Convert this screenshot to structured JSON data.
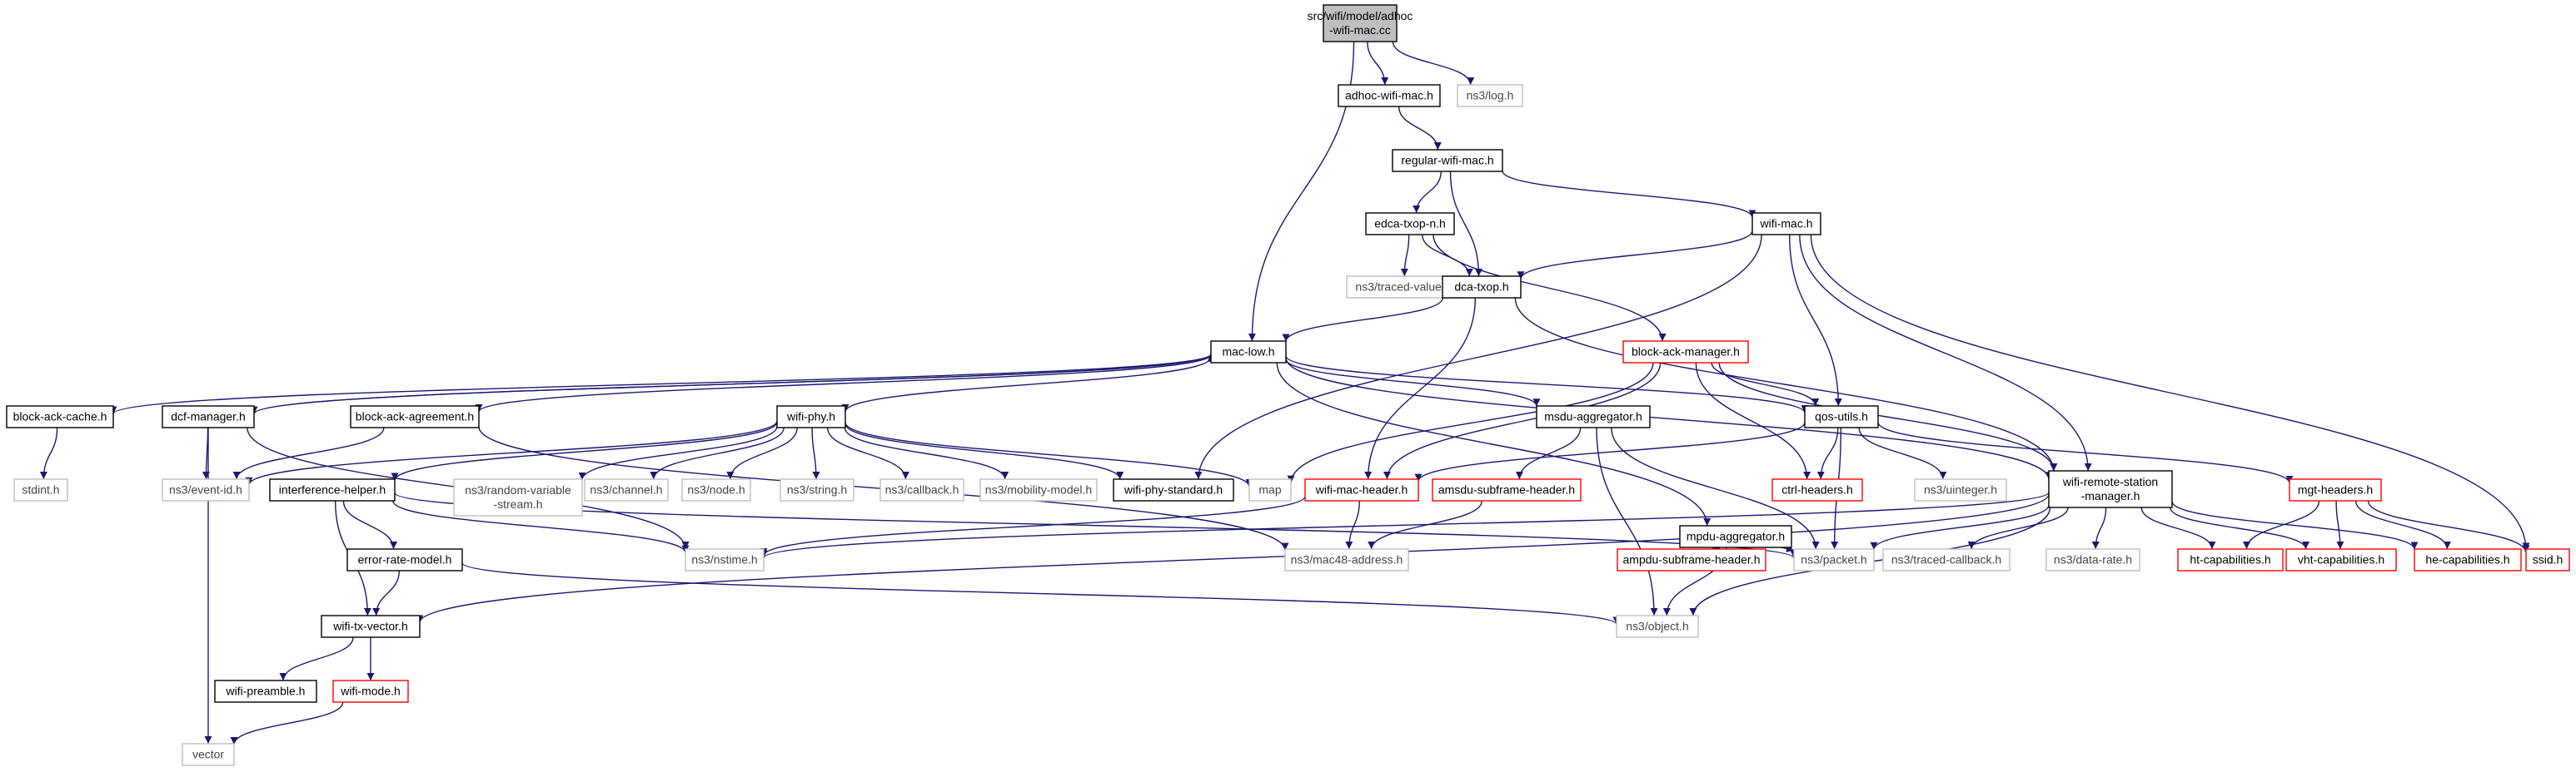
{
  "colors": {
    "edge": "#191970",
    "node_border": "#000000",
    "root_fill": "#bfbfbf",
    "missing_border": "#ff0000",
    "system_border": "#bfbfbf",
    "background": "#ffffff"
  },
  "nodes": [
    {
      "id": "root",
      "lines": [
        "src/wifi/model/adhoc",
        "-wifi-mac.cc"
      ],
      "kind": "root"
    },
    {
      "id": "adhoc_wifi_mac",
      "lines": [
        "adhoc-wifi-mac.h"
      ],
      "kind": "normal"
    },
    {
      "id": "ns3_log",
      "lines": [
        "ns3/log.h"
      ],
      "kind": "system"
    },
    {
      "id": "regular_wifi_mac",
      "lines": [
        "regular-wifi-mac.h"
      ],
      "kind": "normal"
    },
    {
      "id": "edca_txop_n",
      "lines": [
        "edca-txop-n.h"
      ],
      "kind": "normal"
    },
    {
      "id": "wifi_mac",
      "lines": [
        "wifi-mac.h"
      ],
      "kind": "normal"
    },
    {
      "id": "ns3_traced_value",
      "lines": [
        "ns3/traced-value.h"
      ],
      "kind": "system"
    },
    {
      "id": "dca_txop",
      "lines": [
        "dca-txop.h"
      ],
      "kind": "normal"
    },
    {
      "id": "mac_low",
      "lines": [
        "mac-low.h"
      ],
      "kind": "normal"
    },
    {
      "id": "block_ack_manager",
      "lines": [
        "block-ack-manager.h"
      ],
      "kind": "missing"
    },
    {
      "id": "block_ack_cache",
      "lines": [
        "block-ack-cache.h"
      ],
      "kind": "normal"
    },
    {
      "id": "dcf_manager",
      "lines": [
        "dcf-manager.h"
      ],
      "kind": "normal"
    },
    {
      "id": "block_ack_agreement",
      "lines": [
        "block-ack-agreement.h"
      ],
      "kind": "normal"
    },
    {
      "id": "wifi_phy",
      "lines": [
        "wifi-phy.h"
      ],
      "kind": "normal"
    },
    {
      "id": "msdu_aggregator",
      "lines": [
        "msdu-aggregator.h"
      ],
      "kind": "normal"
    },
    {
      "id": "qos_utils",
      "lines": [
        "qos-utils.h"
      ],
      "kind": "normal"
    },
    {
      "id": "stdint",
      "lines": [
        "stdint.h"
      ],
      "kind": "system"
    },
    {
      "id": "ns3_event_id",
      "lines": [
        "ns3/event-id.h"
      ],
      "kind": "system"
    },
    {
      "id": "interference_helper",
      "lines": [
        "interference-helper.h"
      ],
      "kind": "normal"
    },
    {
      "id": "ns3_random_variable_stream",
      "lines": [
        "ns3/random-variable",
        "-stream.h"
      ],
      "kind": "system"
    },
    {
      "id": "ns3_channel",
      "lines": [
        "ns3/channel.h"
      ],
      "kind": "system"
    },
    {
      "id": "ns3_node",
      "lines": [
        "ns3/node.h"
      ],
      "kind": "system"
    },
    {
      "id": "ns3_string",
      "lines": [
        "ns3/string.h"
      ],
      "kind": "system"
    },
    {
      "id": "ns3_callback",
      "lines": [
        "ns3/callback.h"
      ],
      "kind": "system"
    },
    {
      "id": "ns3_mobility_model",
      "lines": [
        "ns3/mobility-model.h"
      ],
      "kind": "system"
    },
    {
      "id": "wifi_phy_standard",
      "lines": [
        "wifi-phy-standard.h"
      ],
      "kind": "normal"
    },
    {
      "id": "map",
      "lines": [
        "map"
      ],
      "kind": "system"
    },
    {
      "id": "wifi_mac_header",
      "lines": [
        "wifi-mac-header.h"
      ],
      "kind": "missing"
    },
    {
      "id": "amsdu_subframe_header",
      "lines": [
        "amsdu-subframe-header.h"
      ],
      "kind": "missing"
    },
    {
      "id": "mpdu_aggregator",
      "lines": [
        "mpdu-aggregator.h"
      ],
      "kind": "normal"
    },
    {
      "id": "ctrl_headers",
      "lines": [
        "ctrl-headers.h"
      ],
      "kind": "missing"
    },
    {
      "id": "ns3_uinteger",
      "lines": [
        "ns3/uinteger.h"
      ],
      "kind": "system"
    },
    {
      "id": "wifi_remote_station_manager",
      "lines": [
        "wifi-remote-station",
        "-manager.h"
      ],
      "kind": "normal"
    },
    {
      "id": "mgt_headers",
      "lines": [
        "mgt-headers.h"
      ],
      "kind": "missing"
    },
    {
      "id": "error_rate_model",
      "lines": [
        "error-rate-model.h"
      ],
      "kind": "normal"
    },
    {
      "id": "ns3_nstime",
      "lines": [
        "ns3/nstime.h"
      ],
      "kind": "system"
    },
    {
      "id": "ns3_mac48_address",
      "lines": [
        "ns3/mac48-address.h"
      ],
      "kind": "system"
    },
    {
      "id": "ampdu_subframe_header",
      "lines": [
        "ampdu-subframe-header.h"
      ],
      "kind": "missing"
    },
    {
      "id": "ns3_packet",
      "lines": [
        "ns3/packet.h"
      ],
      "kind": "system"
    },
    {
      "id": "ns3_traced_callback",
      "lines": [
        "ns3/traced-callback.h"
      ],
      "kind": "system"
    },
    {
      "id": "ns3_data_rate",
      "lines": [
        "ns3/data-rate.h"
      ],
      "kind": "system"
    },
    {
      "id": "ht_capabilities",
      "lines": [
        "ht-capabilities.h"
      ],
      "kind": "missing"
    },
    {
      "id": "vht_capabilities",
      "lines": [
        "vht-capabilities.h"
      ],
      "kind": "missing"
    },
    {
      "id": "he_capabilities",
      "lines": [
        "he-capabilities.h"
      ],
      "kind": "missing"
    },
    {
      "id": "ssid",
      "lines": [
        "ssid.h"
      ],
      "kind": "missing"
    },
    {
      "id": "wifi_tx_vector",
      "lines": [
        "wifi-tx-vector.h"
      ],
      "kind": "normal"
    },
    {
      "id": "ns3_object",
      "lines": [
        "ns3/object.h"
      ],
      "kind": "system"
    },
    {
      "id": "wifi_preamble",
      "lines": [
        "wifi-preamble.h"
      ],
      "kind": "normal"
    },
    {
      "id": "wifi_mode",
      "lines": [
        "wifi-mode.h"
      ],
      "kind": "missing"
    },
    {
      "id": "vector",
      "lines": [
        "vector"
      ],
      "kind": "system"
    }
  ],
  "edges": [
    [
      "root",
      "adhoc_wifi_mac"
    ],
    [
      "root",
      "ns3_log"
    ],
    [
      "root",
      "mac_low"
    ],
    [
      "adhoc_wifi_mac",
      "regular_wifi_mac"
    ],
    [
      "regular_wifi_mac",
      "edca_txop_n"
    ],
    [
      "regular_wifi_mac",
      "wifi_mac"
    ],
    [
      "regular_wifi_mac",
      "dca_txop"
    ],
    [
      "edca_txop_n",
      "ns3_traced_value"
    ],
    [
      "edca_txop_n",
      "dca_txop"
    ],
    [
      "edca_txop_n",
      "block_ack_manager"
    ],
    [
      "wifi_mac",
      "dca_txop"
    ],
    [
      "wifi_mac",
      "wifi_phy_standard"
    ],
    [
      "wifi_mac",
      "qos_utils"
    ],
    [
      "wifi_mac",
      "wifi_remote_station_manager"
    ],
    [
      "wifi_mac",
      "ssid"
    ],
    [
      "dca_txop",
      "mac_low"
    ],
    [
      "dca_txop",
      "wifi_mac_header"
    ],
    [
      "dca_txop",
      "wifi_remote_station_manager"
    ],
    [
      "mac_low",
      "block_ack_cache"
    ],
    [
      "mac_low",
      "dcf_manager"
    ],
    [
      "mac_low",
      "block_ack_agreement"
    ],
    [
      "mac_low",
      "wifi_phy"
    ],
    [
      "mac_low",
      "msdu_aggregator"
    ],
    [
      "mac_low",
      "qos_utils"
    ],
    [
      "mac_low",
      "mpdu_aggregator"
    ],
    [
      "mac_low",
      "wifi_remote_station_manager"
    ],
    [
      "dcf_manager",
      "mac_low"
    ],
    [
      "dcf_manager",
      "ns3_event_id"
    ],
    [
      "dcf_manager",
      "ns3_nstime"
    ],
    [
      "dcf_manager",
      "vector"
    ],
    [
      "block_ack_manager",
      "map"
    ],
    [
      "block_ack_manager",
      "wifi_mac_header"
    ],
    [
      "block_ack_manager",
      "qos_utils"
    ],
    [
      "block_ack_manager",
      "ctrl_headers"
    ],
    [
      "block_ack_manager",
      "wifi_remote_station_manager"
    ],
    [
      "block_ack_cache",
      "stdint"
    ],
    [
      "block_ack_agreement",
      "ns3_event_id"
    ],
    [
      "block_ack_agreement",
      "ns3_mac48_address"
    ],
    [
      "wifi_phy",
      "ns3_event_id"
    ],
    [
      "wifi_phy",
      "interference_helper"
    ],
    [
      "wifi_phy",
      "ns3_random_variable_stream"
    ],
    [
      "wifi_phy",
      "ns3_channel"
    ],
    [
      "wifi_phy",
      "ns3_node"
    ],
    [
      "wifi_phy",
      "ns3_string"
    ],
    [
      "wifi_phy",
      "ns3_callback"
    ],
    [
      "wifi_phy",
      "ns3_mobility_model"
    ],
    [
      "wifi_phy",
      "wifi_phy_standard"
    ],
    [
      "wifi_phy",
      "map"
    ],
    [
      "msdu_aggregator",
      "amsdu_subframe_header"
    ],
    [
      "msdu_aggregator",
      "ns3_packet"
    ],
    [
      "msdu_aggregator",
      "ns3_object"
    ],
    [
      "qos_utils",
      "wifi_mac_header"
    ],
    [
      "qos_utils",
      "ctrl_headers"
    ],
    [
      "qos_utils",
      "ns3_uinteger"
    ],
    [
      "qos_utils",
      "ns3_packet"
    ],
    [
      "qos_utils",
      "mgt_headers"
    ],
    [
      "interference_helper",
      "error_rate_model"
    ],
    [
      "interference_helper",
      "ns3_nstime"
    ],
    [
      "interference_helper",
      "ns3_packet"
    ],
    [
      "interference_helper",
      "wifi_tx_vector"
    ],
    [
      "wifi_mac_header",
      "ns3_nstime"
    ],
    [
      "wifi_mac_header",
      "ns3_mac48_address"
    ],
    [
      "amsdu_subframe_header",
      "ns3_mac48_address"
    ],
    [
      "mpdu_aggregator",
      "ampdu_subframe_header"
    ],
    [
      "mpdu_aggregator",
      "ns3_packet"
    ],
    [
      "mpdu_aggregator",
      "ns3_object"
    ],
    [
      "wifi_remote_station_manager",
      "ns3_nstime"
    ],
    [
      "wifi_remote_station_manager",
      "ns3_packet"
    ],
    [
      "wifi_remote_station_manager",
      "ns3_traced_callback"
    ],
    [
      "wifi_remote_station_manager",
      "ns3_data_rate"
    ],
    [
      "wifi_remote_station_manager",
      "ht_capabilities"
    ],
    [
      "wifi_remote_station_manager",
      "vht_capabilities"
    ],
    [
      "wifi_remote_station_manager",
      "he_capabilities"
    ],
    [
      "wifi_remote_station_manager",
      "wifi_tx_vector"
    ],
    [
      "wifi_remote_station_manager",
      "ns3_object"
    ],
    [
      "mgt_headers",
      "ht_capabilities"
    ],
    [
      "mgt_headers",
      "vht_capabilities"
    ],
    [
      "mgt_headers",
      "he_capabilities"
    ],
    [
      "mgt_headers",
      "ssid"
    ],
    [
      "error_rate_model",
      "wifi_tx_vector"
    ],
    [
      "error_rate_model",
      "ns3_object"
    ],
    [
      "wifi_tx_vector",
      "wifi_preamble"
    ],
    [
      "wifi_tx_vector",
      "wifi_mode"
    ],
    [
      "wifi_mode",
      "vector"
    ]
  ]
}
